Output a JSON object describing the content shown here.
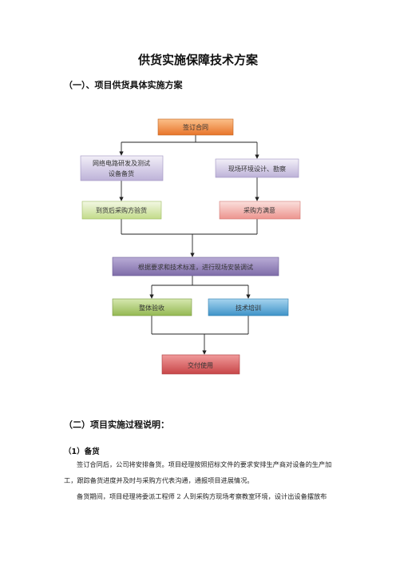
{
  "title": "供货实施保障技术方案",
  "section1": {
    "heading": "（一）、项目供货具体实施方案"
  },
  "flow": {
    "start": "签订合同",
    "left_top_line1": "网络电路研发及测试",
    "left_top_line2": "设备备货",
    "right_top": "现场环境设计、勘察",
    "left_bottom": "到货后采购方验货",
    "right_bottom": "采购方满意",
    "install": "根据要求和技术标准，进行现场安装调试",
    "accept": "整体验收",
    "training": "技术培训",
    "deliver": "交付使用",
    "colors": {
      "orange": "#f0883c",
      "lavender": "#cbc3e0",
      "green": "#d4e6a8",
      "pink": "#f2a9a4",
      "purple": "#8f7fb5",
      "olive": "#a8c868",
      "blue": "#5aa9d6",
      "red": "#d45a5c"
    }
  },
  "section2": {
    "heading": "（二）项目实施过程说明：",
    "sub1": "（1）备货",
    "p1": "签订合同后，公司将安排备货。项目经理按照招标文件的要求安排生产商对设备的生产加工，跟踪备货进度并及时与采购方代表沟通，通报项目进展情况。",
    "p2": "备货期间，项目经理将委派工程师 2 人到采购方现场考察教室环境，设计出设备摆放布"
  }
}
